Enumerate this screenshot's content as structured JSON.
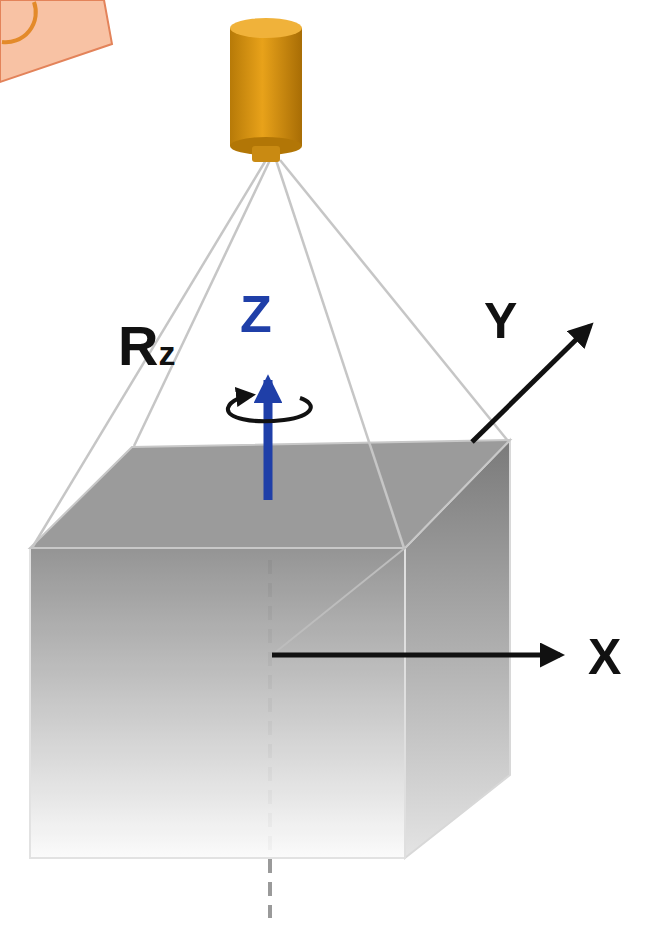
{
  "diagram": {
    "labels": [
      "Z",
      "Rz",
      "Y",
      "X"
    ]
  }
}
